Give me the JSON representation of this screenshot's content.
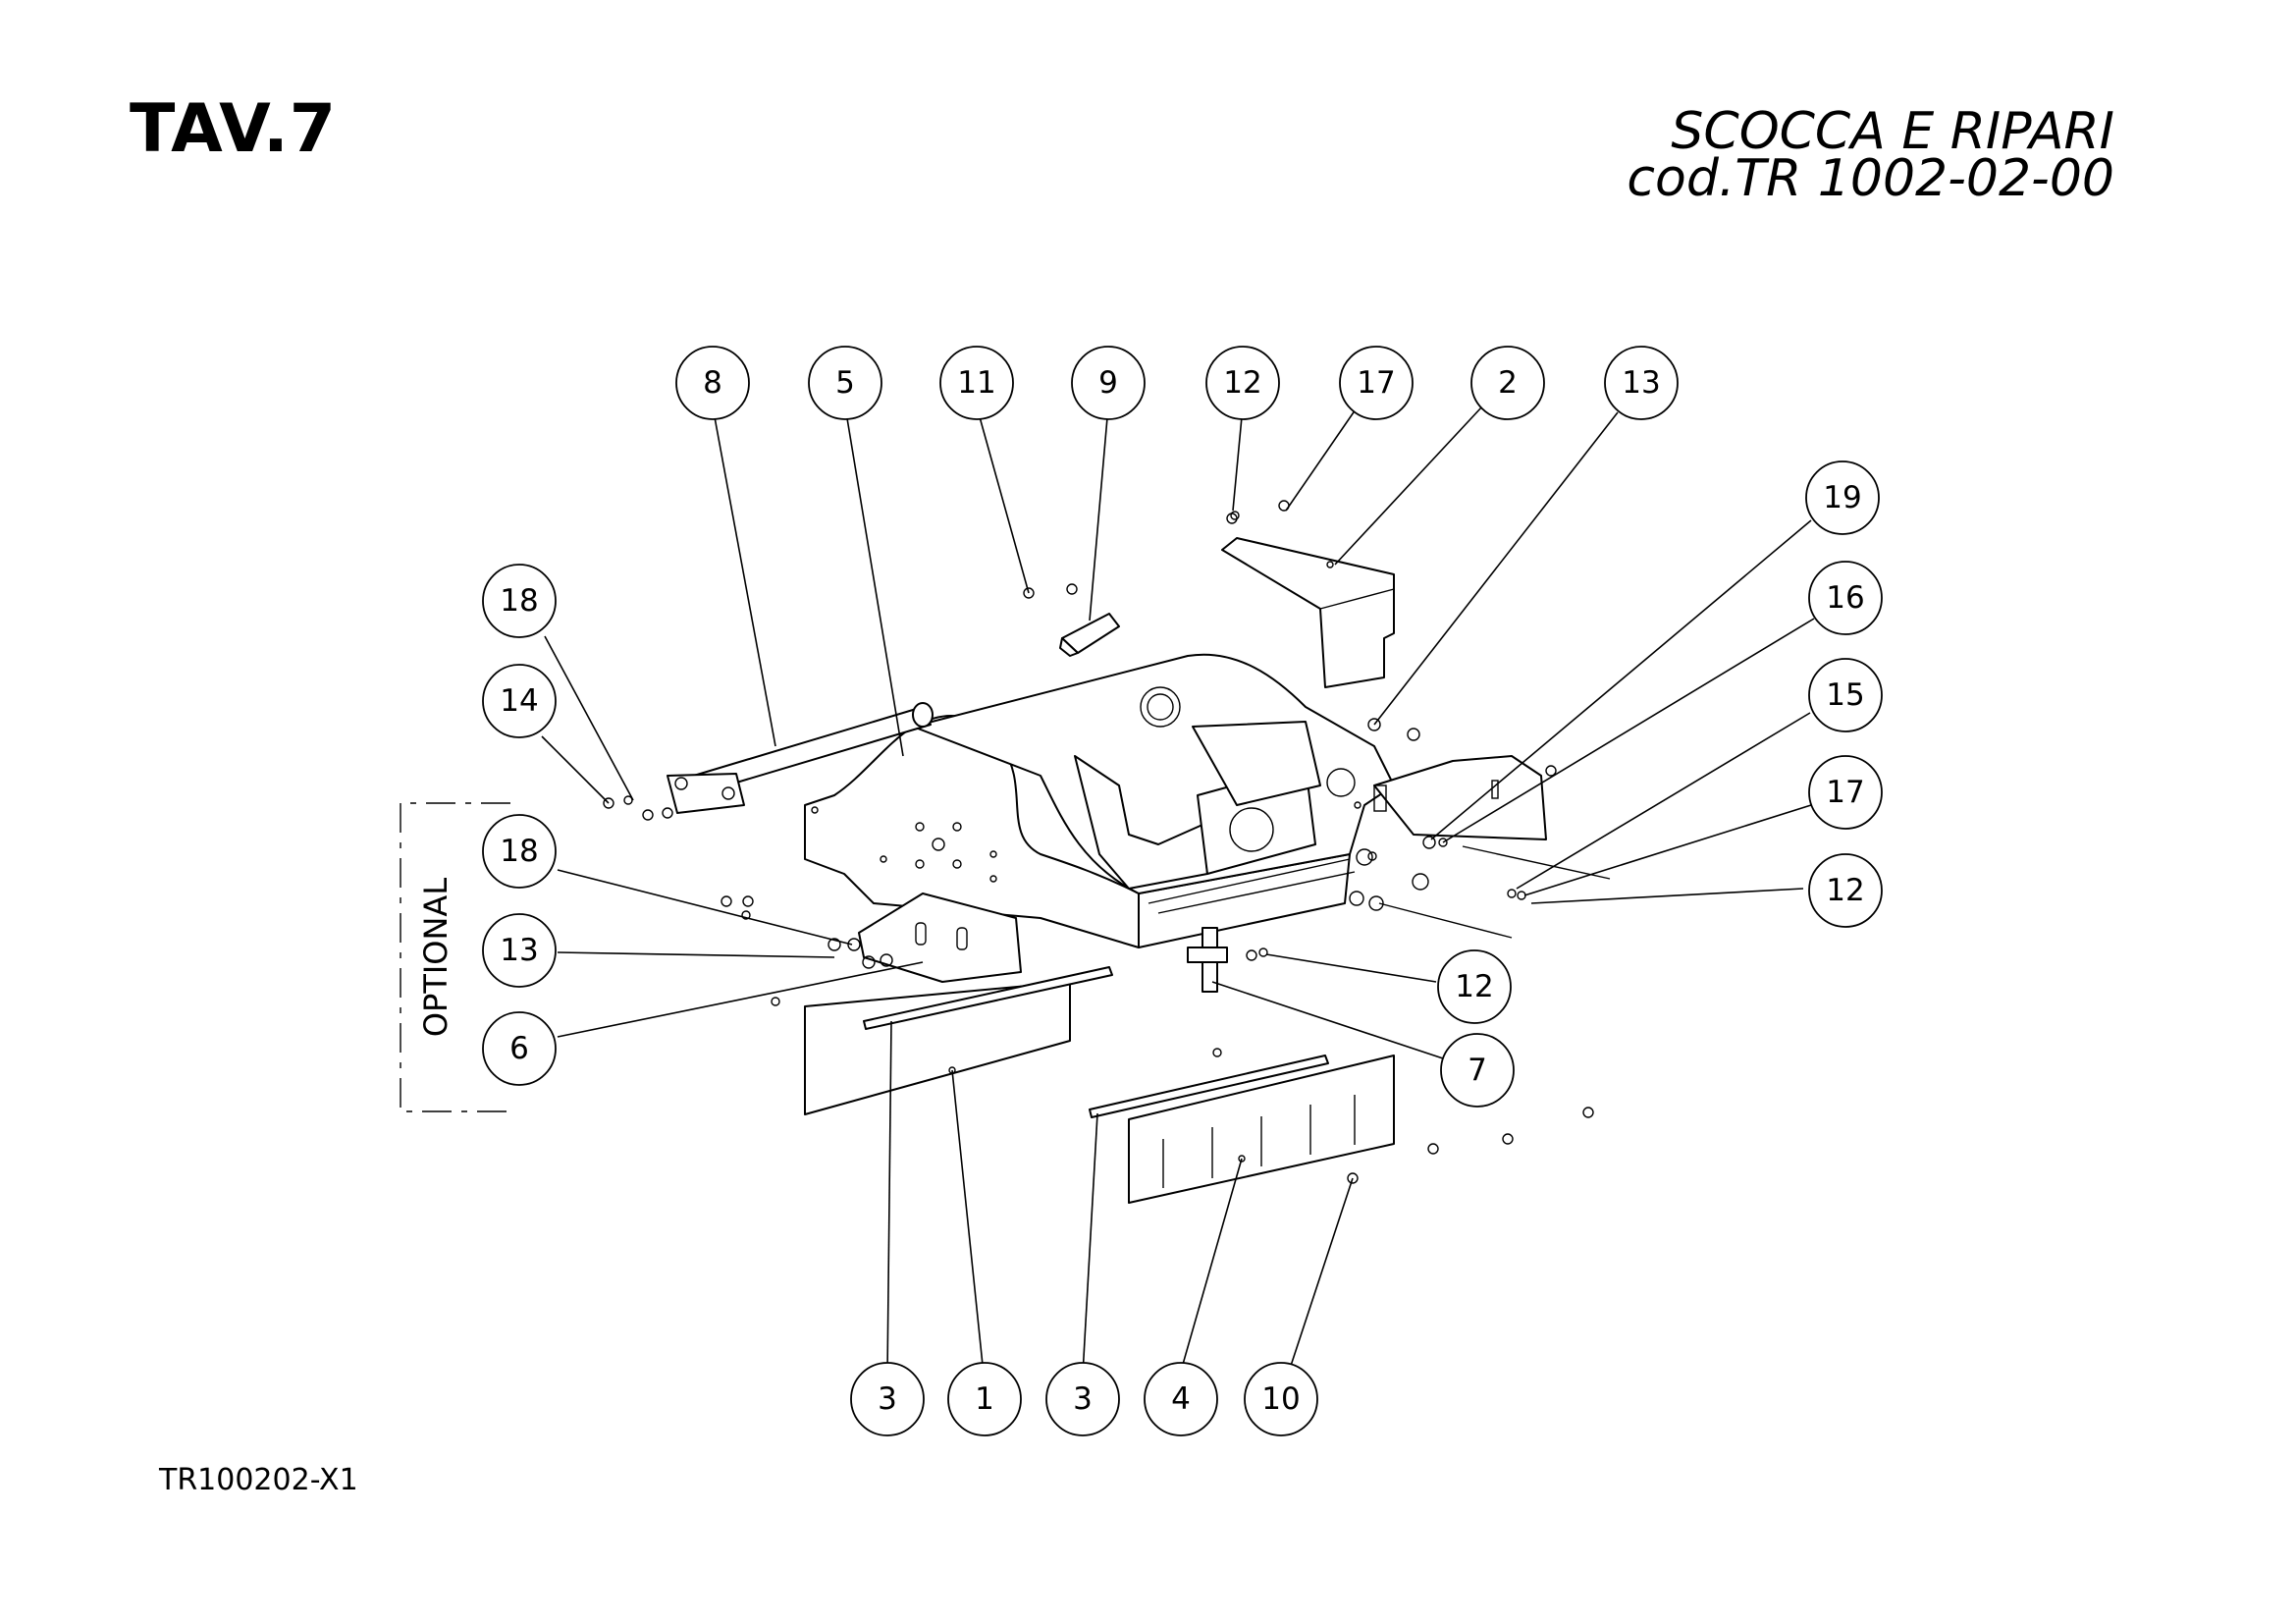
{
  "sheet": {
    "table_title": "TAV.7",
    "title_line1": "SCOCCA E RIPARI",
    "title_line2": "cod.TR 1002-02-00",
    "drawing_code": "TR100202-X1",
    "optional_label": "OPTIONAL"
  },
  "balloons": [
    {
      "id": "b-8",
      "label": "8"
    },
    {
      "id": "b-5",
      "label": "5"
    },
    {
      "id": "b-11",
      "label": "11"
    },
    {
      "id": "b-9",
      "label": "9"
    },
    {
      "id": "b-12a",
      "label": "12"
    },
    {
      "id": "b-17a",
      "label": "17"
    },
    {
      "id": "b-2",
      "label": "2"
    },
    {
      "id": "b-13a",
      "label": "13"
    },
    {
      "id": "b-19",
      "label": "19"
    },
    {
      "id": "b-16",
      "label": "16"
    },
    {
      "id": "b-15",
      "label": "15"
    },
    {
      "id": "b-17b",
      "label": "17"
    },
    {
      "id": "b-12b",
      "label": "12"
    },
    {
      "id": "b-12c",
      "label": "12"
    },
    {
      "id": "b-7",
      "label": "7"
    },
    {
      "id": "b-18a",
      "label": "18"
    },
    {
      "id": "b-14",
      "label": "14"
    },
    {
      "id": "b-18b",
      "label": "18"
    },
    {
      "id": "b-13b",
      "label": "13"
    },
    {
      "id": "b-6",
      "label": "6"
    },
    {
      "id": "b-3a",
      "label": "3"
    },
    {
      "id": "b-1",
      "label": "1"
    },
    {
      "id": "b-3b",
      "label": "3"
    },
    {
      "id": "b-4",
      "label": "4"
    },
    {
      "id": "b-10",
      "label": "10"
    }
  ]
}
